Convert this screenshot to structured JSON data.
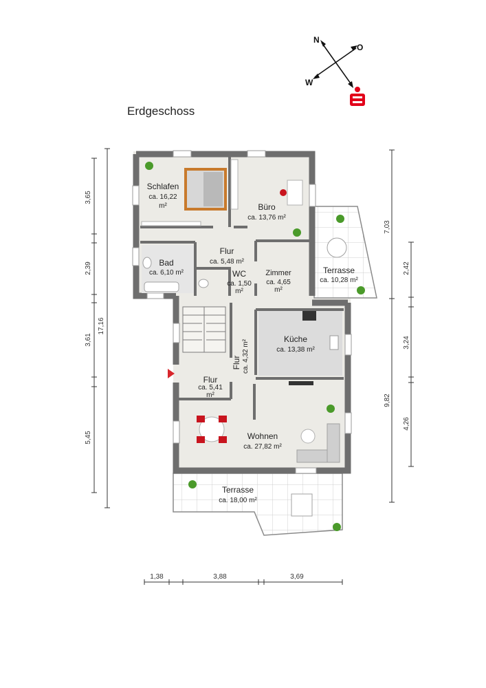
{
  "title": "Erdgeschoss",
  "compass": {
    "north": "N",
    "east": "O",
    "west": "W",
    "logo_color": "#e2001a",
    "logo": "savings-bank-logo-icon"
  },
  "colors": {
    "wall": "#6e6e6e",
    "floor": "#ecebe6",
    "terrace": "#ffffff",
    "tile_line": "#cfcfcf",
    "dimension": "#333333",
    "plant": "#4a9a2a",
    "table_red": "#c8141e"
  },
  "rooms": {
    "schlafen": {
      "name": "Schlafen",
      "area_line1": "ca. 16,22",
      "area_line2": "m²"
    },
    "buero": {
      "name": "Büro",
      "area": "ca. 13,76 m²"
    },
    "flur_oben": {
      "name": "Flur",
      "area": "ca. 5,48 m²"
    },
    "bad": {
      "name": "Bad",
      "area": "ca. 6,10 m²"
    },
    "wc": {
      "name": "WC",
      "area_line1": "ca. 1,50",
      "area_line2": "m²"
    },
    "zimmer": {
      "name": "Zimmer",
      "area_line1": "ca. 4,65",
      "area_line2": "m²"
    },
    "terrasse_rechts": {
      "name": "Terrasse",
      "area": "ca. 10,28 m²"
    },
    "kueche": {
      "name": "Küche",
      "area": "ca. 13,38 m²"
    },
    "flur_mitte": {
      "name": "Flur",
      "area": "ca. 4,32 m²"
    },
    "flur_eingang": {
      "name": "Flur",
      "area_line1": "ca. 5,41",
      "area_line2": "m²"
    },
    "wohnen": {
      "name": "Wohnen",
      "area": "ca. 27,82 m²"
    },
    "terrasse_unten": {
      "name": "Terrasse",
      "area": "ca. 18,00 m²"
    }
  },
  "dimensions": {
    "left": [
      "3,65",
      "2,39",
      "3,61",
      "5,45"
    ],
    "left_total": "17,16",
    "right_outer": [
      "7,03",
      "9,82"
    ],
    "right_inner": [
      "2,42",
      "3,24",
      "4,26"
    ],
    "bottom": [
      "1,38",
      "3,88",
      "3,69"
    ]
  }
}
